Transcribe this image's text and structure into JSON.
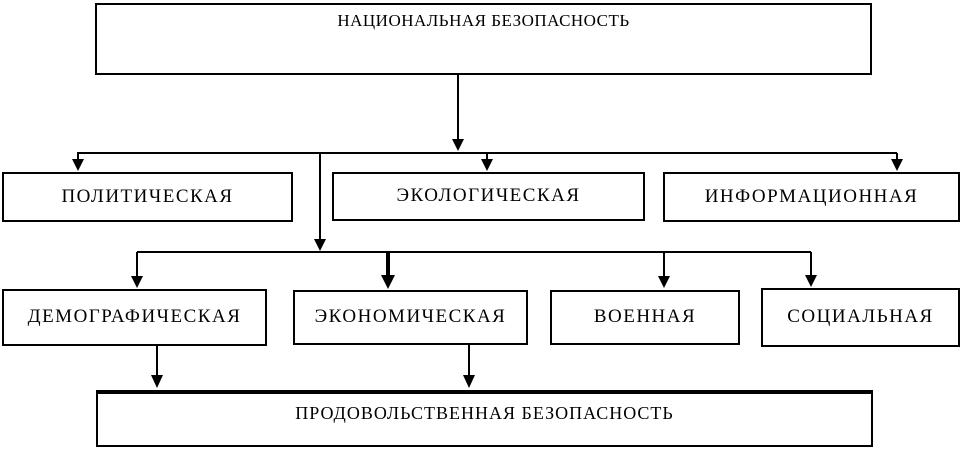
{
  "diagram": {
    "nodes": {
      "national": {
        "label": "НАЦИОНАЛЬНАЯ БЕЗОПАСНОСТЬ"
      },
      "political": {
        "label": "ПОЛИТИЧЕСКАЯ"
      },
      "ecological": {
        "label": "ЭКОЛОГИЧЕСКАЯ"
      },
      "informational": {
        "label": "ИНФОРМАЦИОННАЯ"
      },
      "demographic": {
        "label": "ДЕМОГРАФИЧЕСКАЯ"
      },
      "economic": {
        "label": "ЭКОНОМИЧЕСКАЯ"
      },
      "military": {
        "label": "ВОЕННАЯ"
      },
      "social": {
        "label": "СОЦИАЛЬНАЯ"
      },
      "food": {
        "label": "ПРОДОВОЛЬСТВЕННАЯ БЕЗОПАСНОСТЬ"
      }
    },
    "edges": [
      {
        "from": "national",
        "to": "political"
      },
      {
        "from": "national",
        "to": "ecological"
      },
      {
        "from": "national",
        "to": "informational"
      },
      {
        "from": "national",
        "to": "demographic"
      },
      {
        "from": "national",
        "to": "economic"
      },
      {
        "from": "national",
        "to": "military"
      },
      {
        "from": "national",
        "to": "social"
      },
      {
        "from": "demographic",
        "to": "food"
      },
      {
        "from": "economic",
        "to": "food"
      }
    ],
    "colors": {
      "line": "#000000",
      "box_border": "#000000",
      "box_fill": "#ffffff",
      "text": "#000000",
      "page_bg": "#ffffff"
    }
  }
}
